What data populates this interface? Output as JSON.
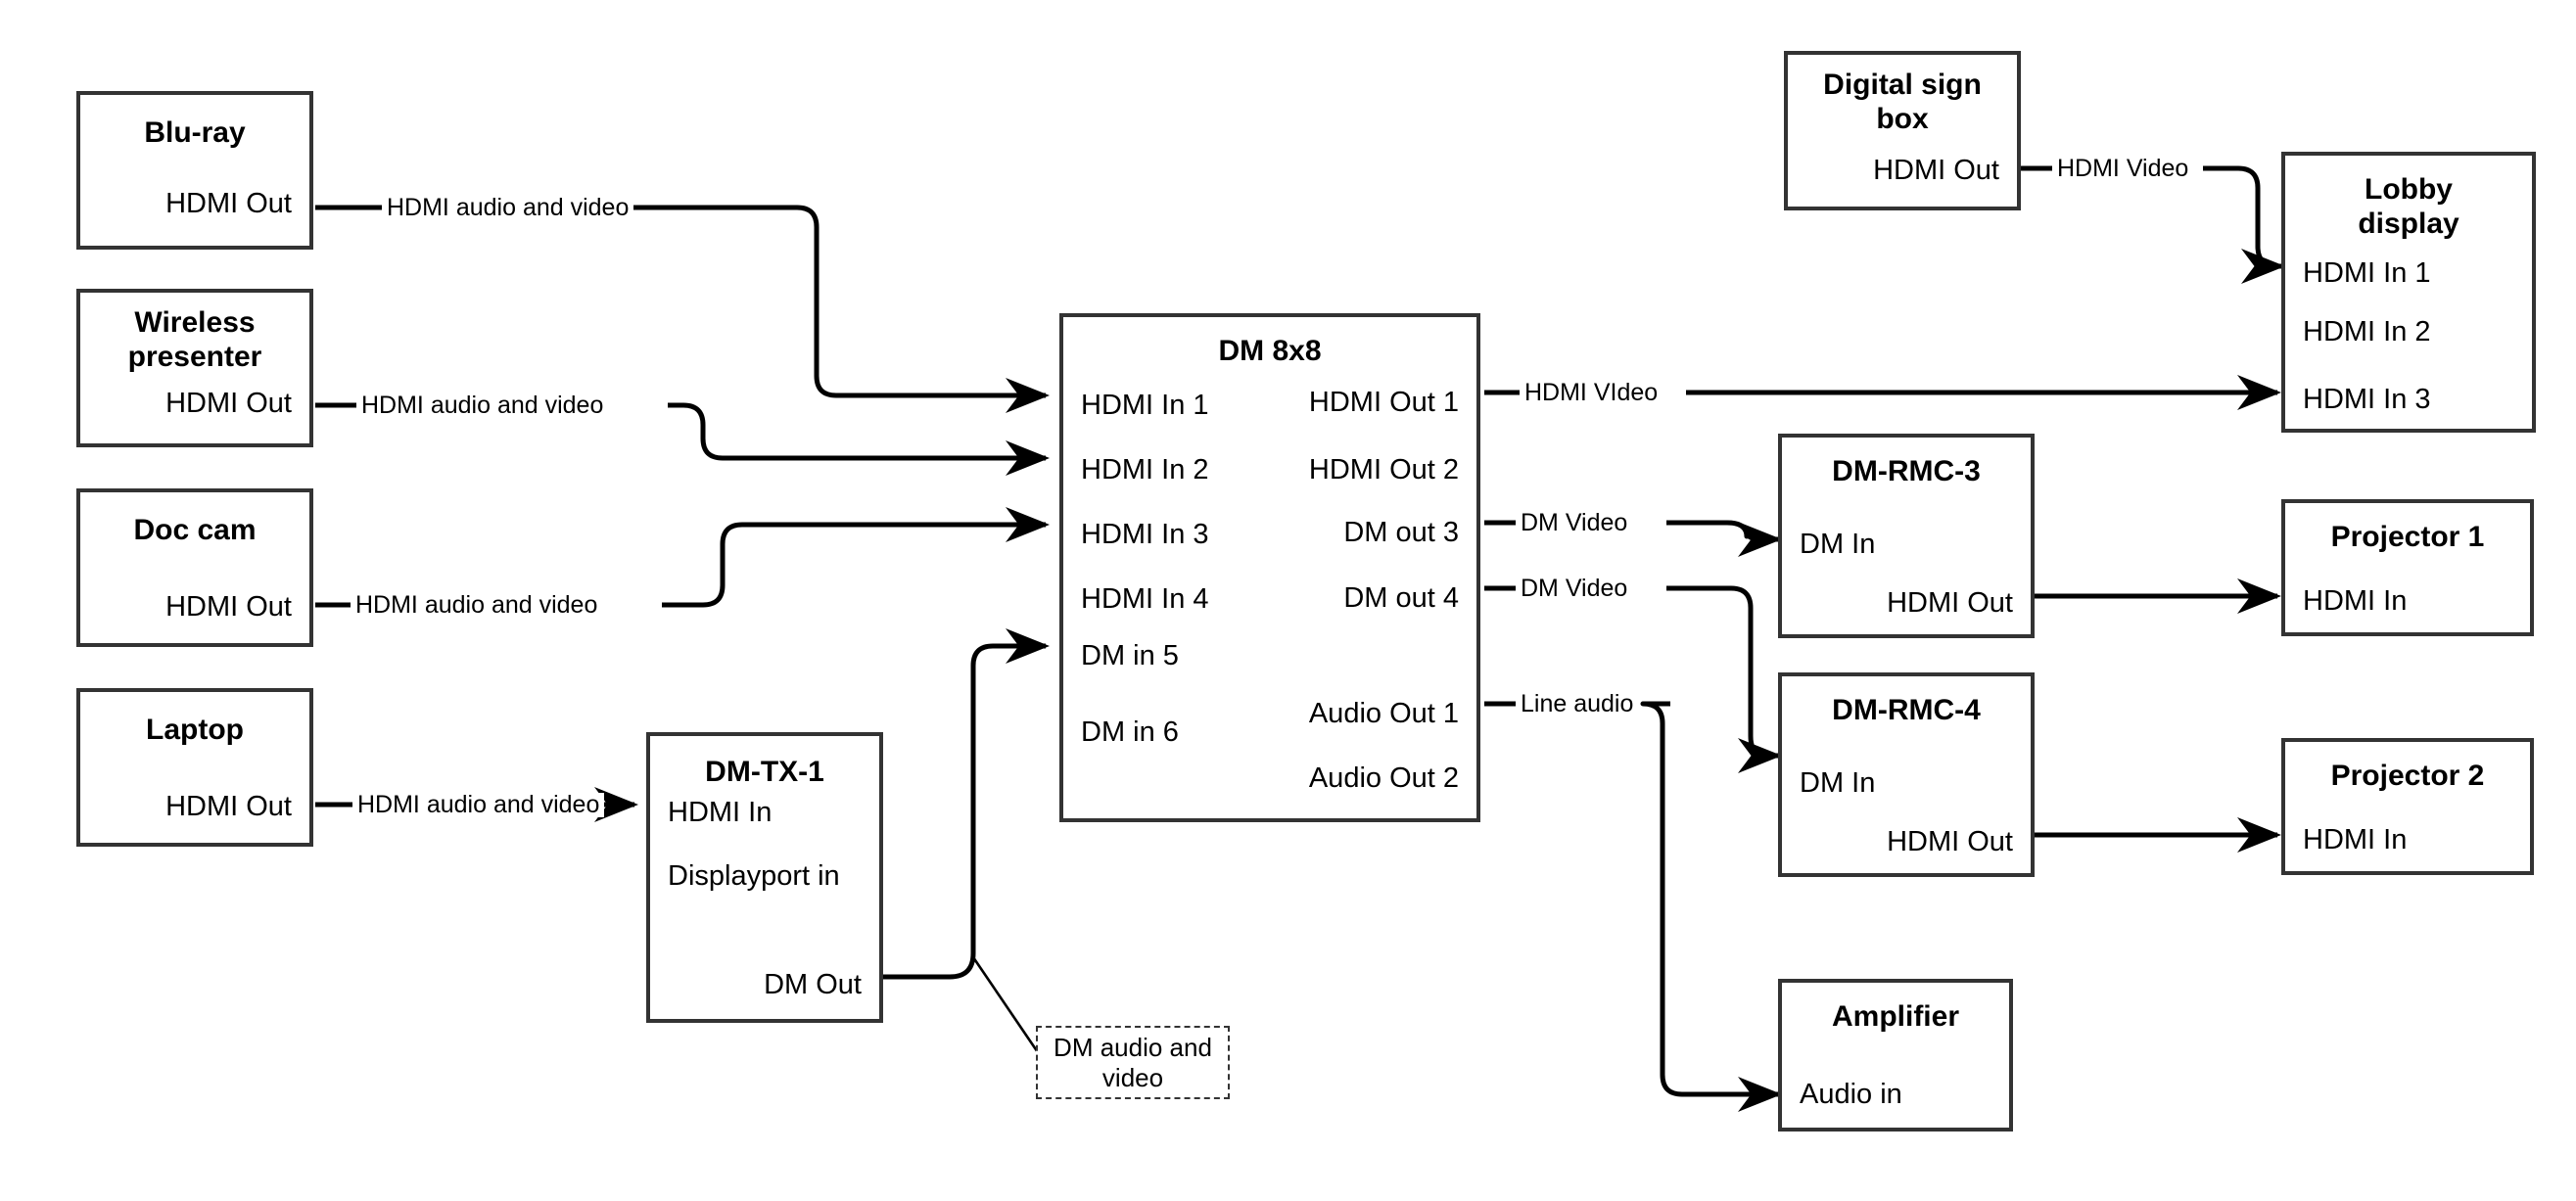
{
  "diagram": {
    "title": "AV signal flow: sources to DM 8x8 matrix to displays",
    "line_color": "#000000",
    "box_border_color": "#333333",
    "background": "#ffffff"
  },
  "nodes": {
    "bluray": {
      "title": "Blu-ray",
      "ports": {
        "out1": "HDMI Out"
      }
    },
    "wireless": {
      "title": "Wireless\npresenter",
      "title_line1": "Wireless",
      "title_line2": "presenter",
      "ports": {
        "out1": "HDMI Out"
      }
    },
    "doccam": {
      "title": "Doc cam",
      "ports": {
        "out1": "HDMI Out"
      }
    },
    "laptop": {
      "title": "Laptop",
      "ports": {
        "out1": "HDMI Out"
      }
    },
    "dmtx1": {
      "title": "DM-TX-1",
      "ports": {
        "in1": "HDMI In",
        "in2": "Displayport in",
        "out1": "DM Out"
      }
    },
    "dm8x8": {
      "title": "DM 8x8",
      "inputs": [
        "HDMI In 1",
        "HDMI In 2",
        "HDMI In 3",
        "HDMI In 4",
        "DM in 5",
        "DM in 6"
      ],
      "outputs": [
        "HDMI Out 1",
        "HDMI Out 2",
        "DM out 3",
        "DM out 4",
        "Audio Out 1",
        "Audio Out 2"
      ]
    },
    "digitalsign": {
      "title_line1": "Digital sign",
      "title_line2": "box",
      "ports": {
        "out1": "HDMI Out"
      }
    },
    "lobbydisplay": {
      "title_line1": "Lobby",
      "title_line2": "display",
      "inputs": [
        "HDMI In 1",
        "HDMI In 2",
        "HDMI In 3"
      ]
    },
    "dmrmc3": {
      "title": "DM-RMC-3",
      "ports": {
        "in1": "DM In",
        "out1": "HDMI Out"
      }
    },
    "dmrmc4": {
      "title": "DM-RMC-4",
      "ports": {
        "in1": "DM In",
        "out1": "HDMI Out"
      }
    },
    "projector1": {
      "title": "Projector 1",
      "ports": {
        "in1": "HDMI In"
      }
    },
    "projector2": {
      "title": "Projector 2",
      "ports": {
        "in1": "HDMI In"
      }
    },
    "amplifier": {
      "title": "Amplifier",
      "ports": {
        "in1": "Audio in"
      }
    }
  },
  "wire_labels": {
    "bluray_to_dm": "HDMI audio and video",
    "wireless_to_dm": "HDMI audio and video",
    "doccam_to_dm": "HDMI audio and video",
    "laptop_to_tx": "HDMI audio and video",
    "sign_to_lobby": "HDMI Video",
    "dm_hdmiout1_to_lobby": "HDMI VIdeo",
    "dm_out3_to_rmc3": "DM Video",
    "dm_out4_to_rmc4": "DM Video",
    "dm_audio_to_amp": "Line audio"
  },
  "callouts": {
    "dm_audio_video": "DM audio and video"
  }
}
